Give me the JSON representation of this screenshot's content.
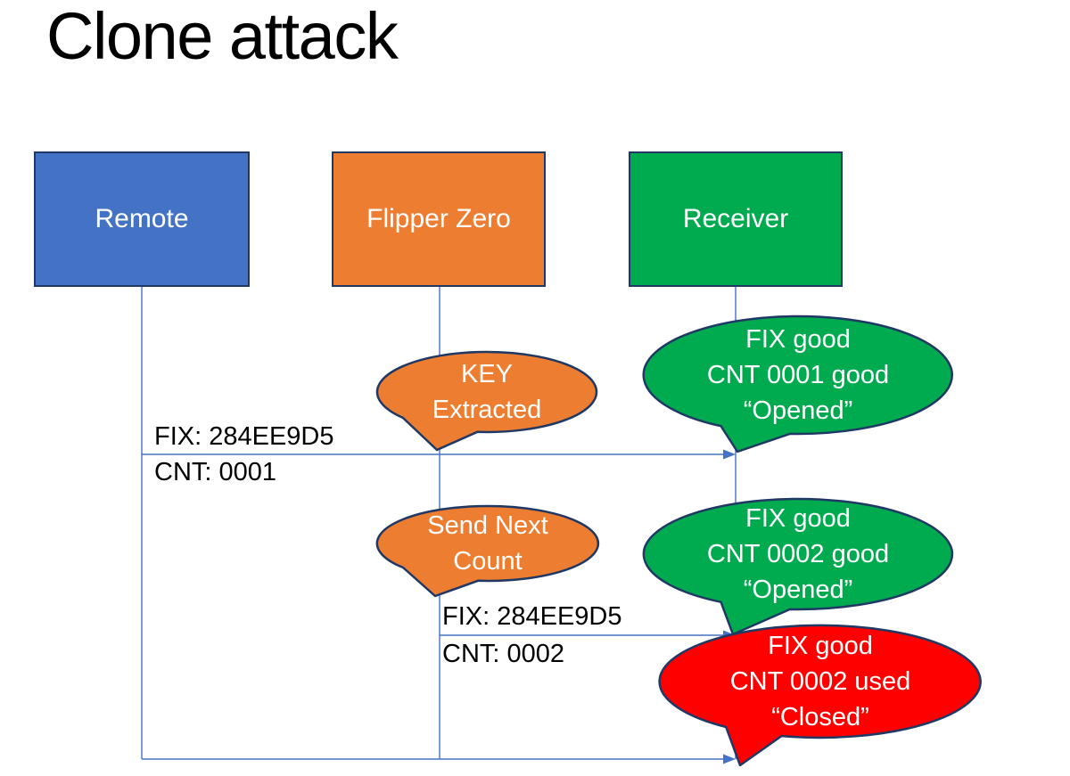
{
  "title": "Clone attack",
  "colors": {
    "remote_fill": "#4472C4",
    "flipper_fill": "#ED7D31",
    "receiver_fill": "#00AB50",
    "alert_fill": "#FF0000",
    "shape_outline": "#1F3864",
    "connector": "#4472C4",
    "label_text": "#FFFFFF",
    "message_text": "#000000",
    "title_text": "#000000"
  },
  "actors": [
    {
      "label": "Remote",
      "fill": "remote_fill"
    },
    {
      "label": "Flipper Zero",
      "fill": "flipper_fill"
    },
    {
      "label": "Receiver",
      "fill": "receiver_fill"
    }
  ],
  "messages": [
    {
      "lines": [
        "FIX: 284EE9D5",
        "CNT: 0001"
      ]
    },
    {
      "lines": [
        "FIX: 284EE9D5",
        "CNT: 0002"
      ]
    }
  ],
  "callouts": [
    {
      "lines": [
        "KEY",
        "Extracted"
      ],
      "fill": "flipper_fill"
    },
    {
      "lines": [
        "FIX good",
        "CNT 0001 good",
        "“Opened”"
      ],
      "fill": "receiver_fill"
    },
    {
      "lines": [
        "Send Next",
        "Count"
      ],
      "fill": "flipper_fill"
    },
    {
      "lines": [
        "FIX good",
        "CNT 0002 good",
        "“Opened”"
      ],
      "fill": "receiver_fill"
    },
    {
      "lines": [
        "FIX good",
        "CNT 0002 used",
        "“Closed”"
      ],
      "fill": "alert_fill"
    }
  ]
}
